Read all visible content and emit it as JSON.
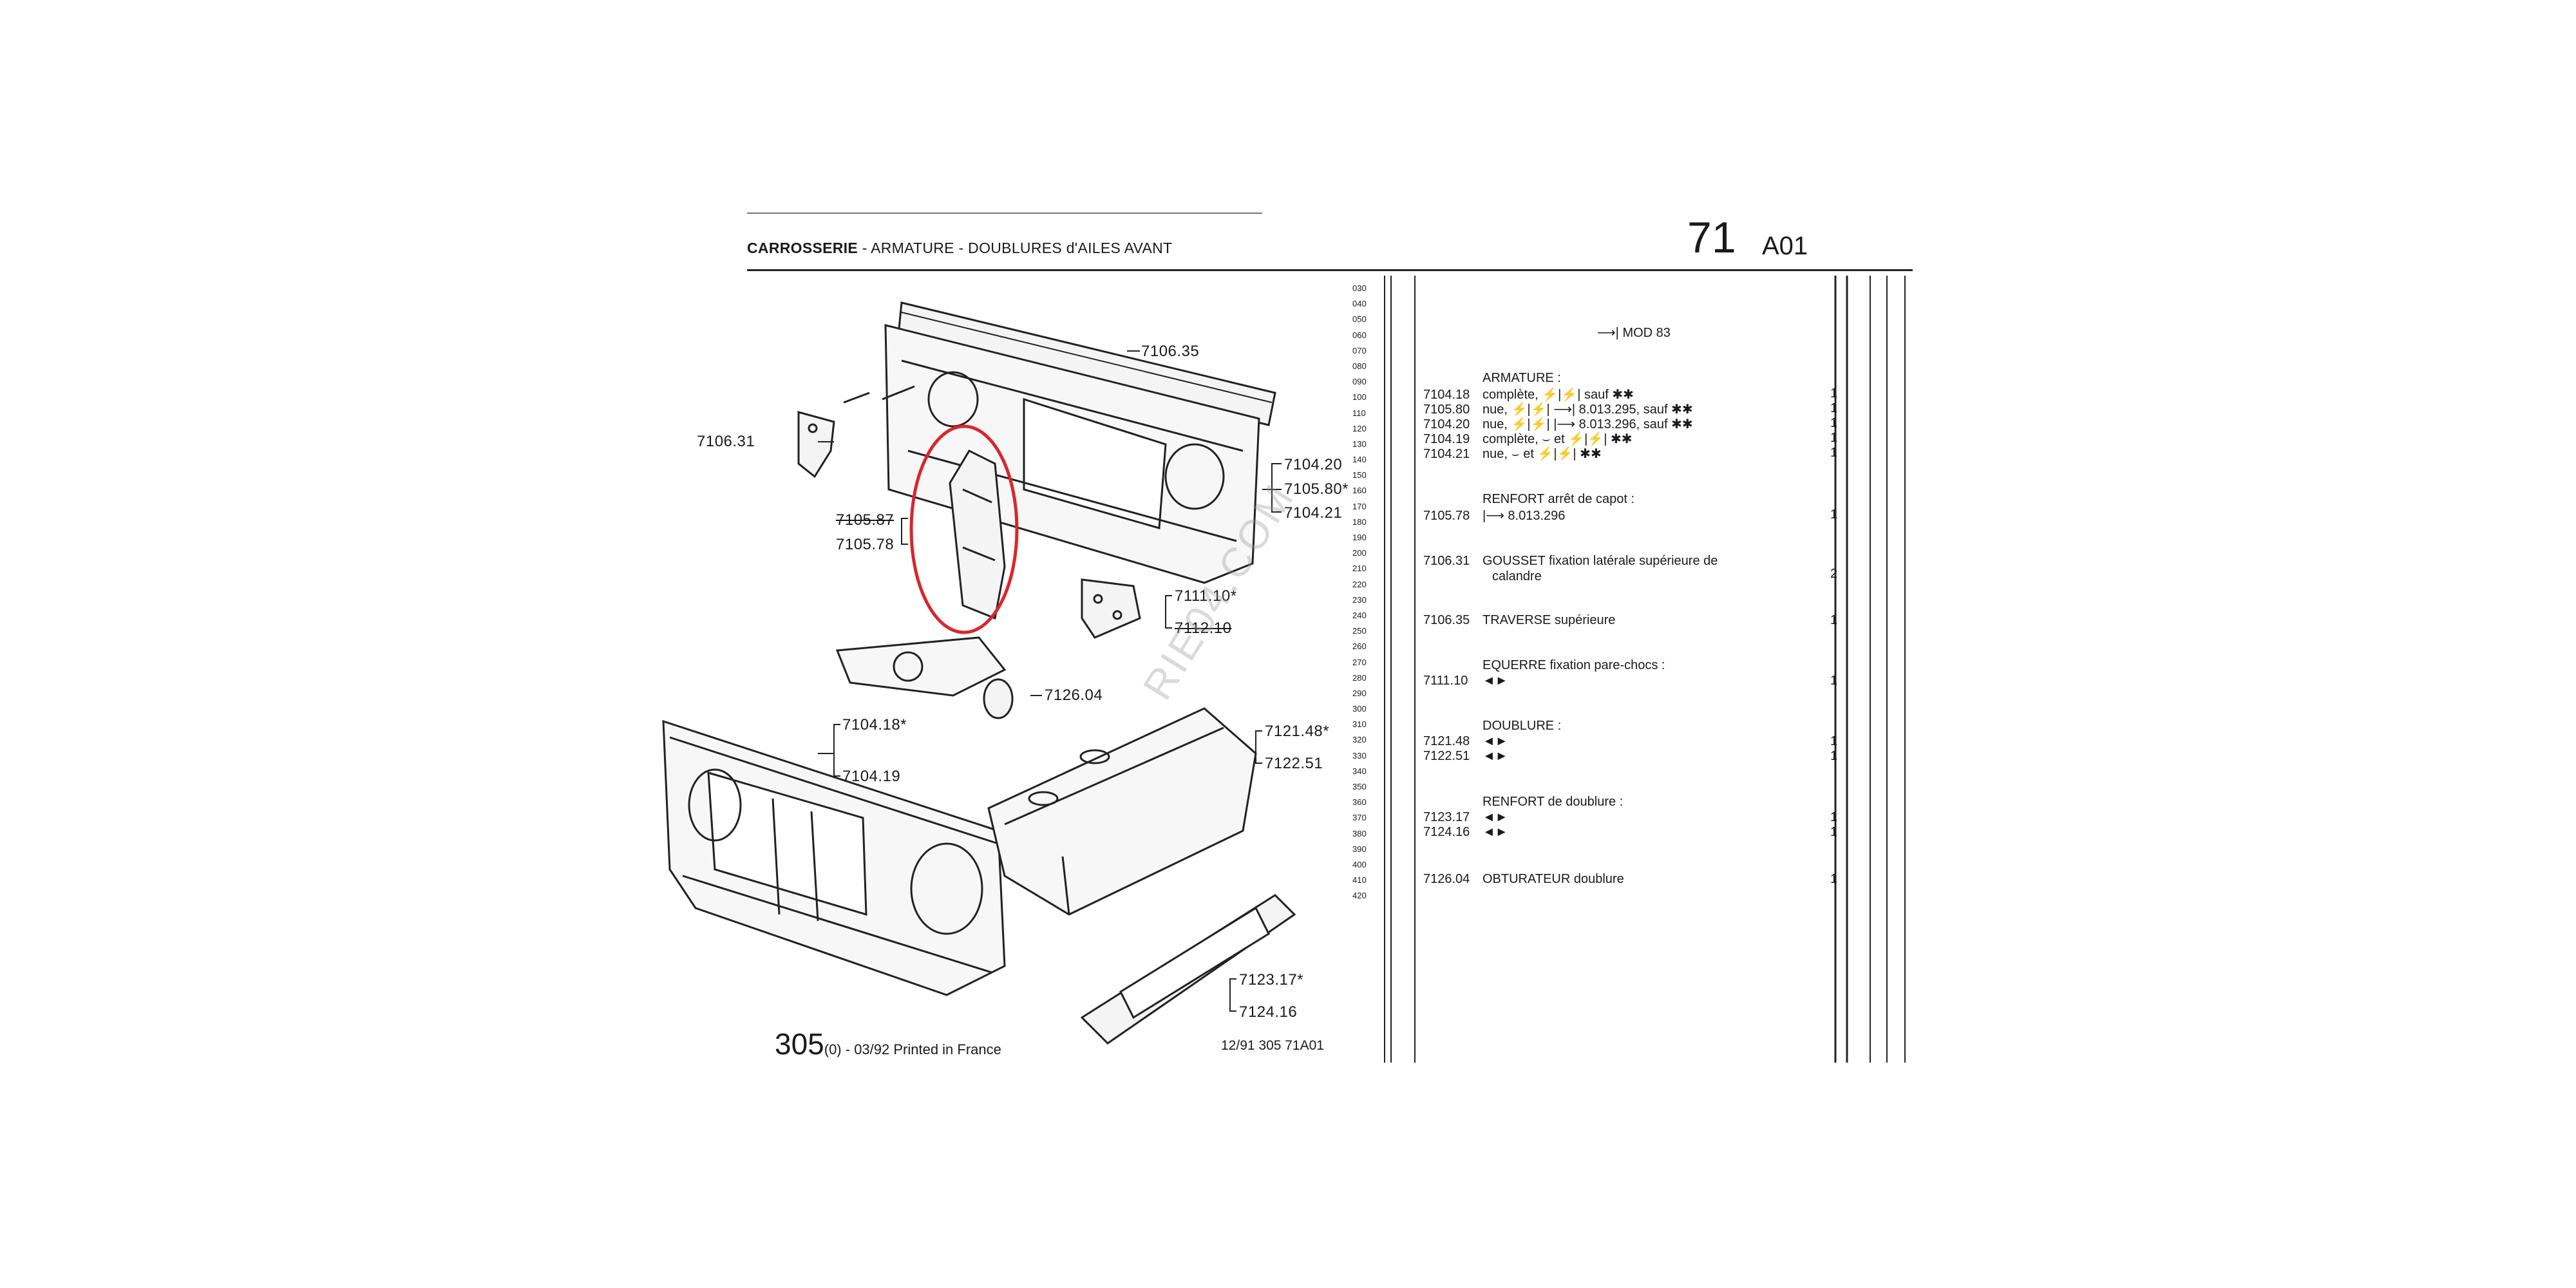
{
  "header": {
    "title_bold": "CARROSSERIE",
    "title_rest": " - ARMATURE - DOUBLURES d'AILES AVANT",
    "page_number": "71",
    "page_code": "A01"
  },
  "diagram_labels": {
    "l_710635": "7106.35",
    "l_710631": "7106.31",
    "l_710420": "7104.20",
    "l_710580": "7105.80*",
    "l_710421": "7104.21",
    "l_710587": "7105.87",
    "l_710578": "7105.78",
    "l_711110": "7111.10*",
    "l_711210": "7112.10",
    "l_712604": "7126.04",
    "l_710418": "7104.18*",
    "l_710419": "7104.19",
    "l_712148": "7121.48*",
    "l_712251": "7122.51",
    "l_712317": "7123.17*",
    "l_712416": "7124.16"
  },
  "scale_ticks": [
    "030",
    "040",
    "050",
    "060",
    "070",
    "080",
    "090",
    "100",
    "110",
    "120",
    "130",
    "140",
    "150",
    "160",
    "170",
    "180",
    "190",
    "200",
    "210",
    "220",
    "230",
    "240",
    "250",
    "260",
    "270",
    "280",
    "290",
    "300",
    "310",
    "320",
    "330",
    "340",
    "350",
    "360",
    "370",
    "380",
    "390",
    "400",
    "410",
    "420"
  ],
  "parts_list": {
    "mod_label": "MOD 83",
    "armature": {
      "heading": "ARMATURE :",
      "rows": [
        {
          "ref": "7104.18",
          "desc": "complète, ⚡|⚡| sauf ✱✱",
          "qty": "1"
        },
        {
          "ref": "7105.80",
          "desc": "nue, ⚡|⚡| ⟶| 8.013.295, sauf ✱✱",
          "qty": "1"
        },
        {
          "ref": "7104.20",
          "desc": "nue, ⚡|⚡| |⟶ 8.013.296, sauf ✱✱",
          "qty": "1"
        },
        {
          "ref": "7104.19",
          "desc": "complète, ⌣ et ⚡|⚡| ✱✱",
          "qty": "1"
        },
        {
          "ref": "7104.21",
          "desc": "nue, ⌣ et ⚡|⚡| ✱✱",
          "qty": "1"
        }
      ]
    },
    "renfort": {
      "heading": "RENFORT arrêt de capot :",
      "ref": "7105.78",
      "desc": "|⟶ 8.013.296",
      "qty": "1"
    },
    "gousset": {
      "ref": "7106.31",
      "desc": "GOUSSET fixation latérale supérieure de",
      "desc2": "calandre",
      "qty": "2"
    },
    "traverse": {
      "ref": "7106.35",
      "desc": "TRAVERSE supérieure",
      "qty": "1"
    },
    "equerre": {
      "heading": "EQUERRE fixation pare-chocs :",
      "ref": "7111.10",
      "desc": "◄►",
      "qty": "1"
    },
    "doublure": {
      "heading": "DOUBLURE :",
      "rows": [
        {
          "ref": "7121.48",
          "desc": "◄►",
          "qty": "1"
        },
        {
          "ref": "7122.51",
          "desc": "◄►",
          "qty": "1"
        }
      ]
    },
    "renfort_doublure": {
      "heading": "RENFORT de doublure :",
      "rows": [
        {
          "ref": "7123.17",
          "desc": "◄►",
          "qty": "1"
        },
        {
          "ref": "7124.16",
          "desc": "◄►",
          "qty": "1"
        }
      ]
    },
    "obturateur": {
      "ref": "7126.04",
      "desc": "OBTURATEUR doublure",
      "qty": "1"
    }
  },
  "footer": {
    "model": "305",
    "model_suffix": "(0) - 03/92 Printed in France",
    "right_code": "12/91  305  71A01"
  },
  "watermark": "RIE04.COM",
  "colors": {
    "highlight": "#d9262c",
    "ink": "#1a1a1a"
  }
}
